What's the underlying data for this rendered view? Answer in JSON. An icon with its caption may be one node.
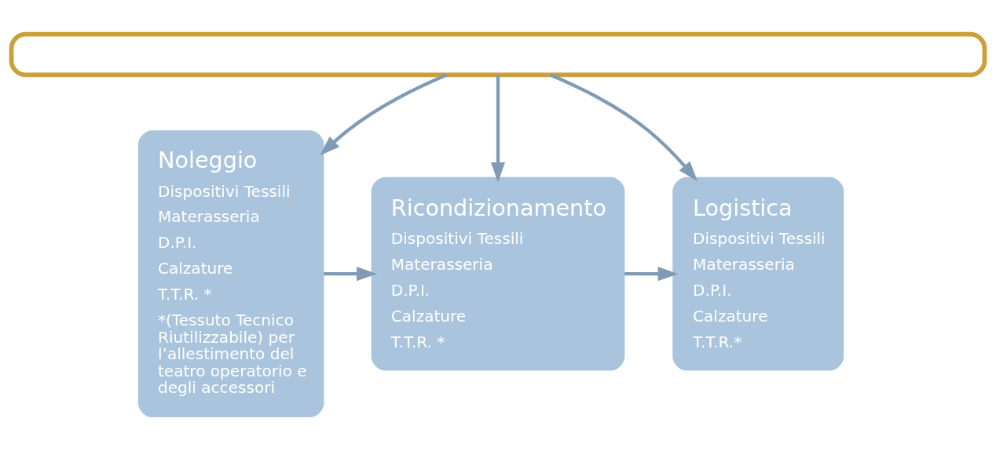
{
  "diagram": {
    "nodes": [
      {
        "text": [],
        "shape": "box"
      },
      {
        "text": [
          "Noleggio",
          "Dispositivi Tessili",
          "Materasseria",
          "D.P.I.",
          "Calzature",
          "T.T.R. *",
          "*(Tessuto Tecnico Riutilizzabile) per l’allestimento del teatro operatorio e degli accessori"
        ]
      },
      {
        "text": [
          "Ricondizionamento",
          "Dispositivi Tessili",
          "Materasseria",
          "D.P.I.",
          "Calzature",
          "T.T.R. *"
        ]
      },
      {
        "text": [
          "Logistica",
          "Dispositivi Tessili",
          "Materasseria",
          "D.P.I.",
          "Calzature",
          "T.T.R.*"
        ]
      }
    ],
    "edges": [
      {
        "from": 0,
        "to": 1,
        "arrow": "to"
      },
      {
        "from": 0,
        "to": 2,
        "arrow": "to"
      },
      {
        "from": 0,
        "to": 3,
        "arrow": "to"
      },
      {
        "from": 1,
        "to": 2,
        "arrow": "to"
      },
      {
        "from": 2,
        "to": 3,
        "arrow": "to"
      }
    ]
  }
}
